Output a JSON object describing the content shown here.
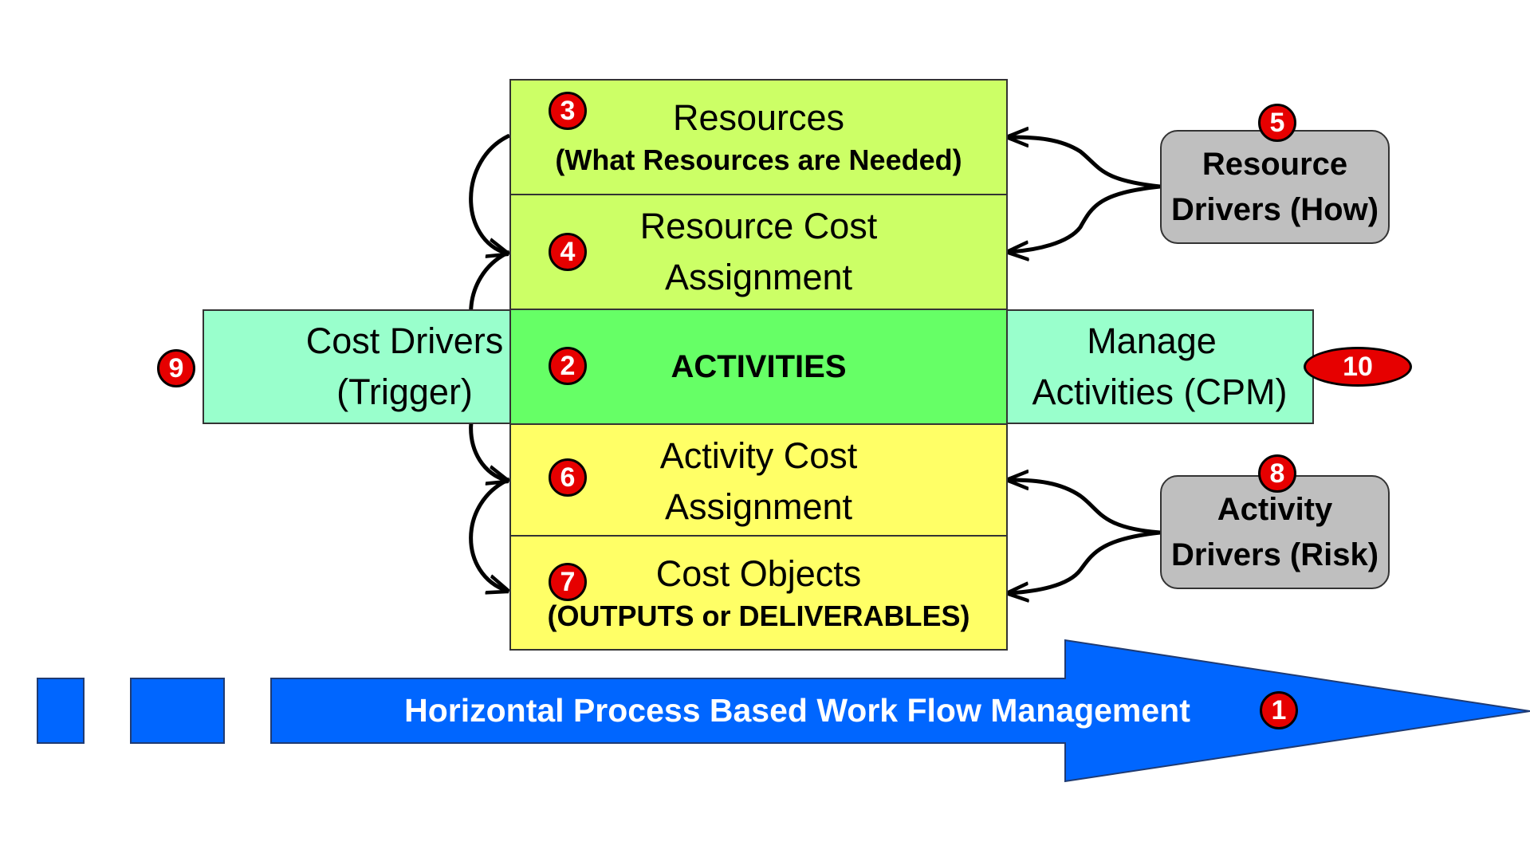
{
  "blocks": {
    "resources": {
      "title": "Resources",
      "subtitle": "(What Resources are Needed)",
      "badge": "3",
      "color": "#ccff66"
    },
    "resource_cost": {
      "line1": "Resource Cost",
      "line2": "Assignment",
      "badge": "4",
      "color": "#ccff66"
    },
    "activities": {
      "title": "ACTIVITIES",
      "badge": "2",
      "color": "#66ff66"
    },
    "activity_cost": {
      "line1": "Activity Cost",
      "line2": "Assignment",
      "badge": "6",
      "color": "#ffff66"
    },
    "cost_objects": {
      "title": "Cost Objects",
      "subtitle": "(OUTPUTS or DELIVERABLES)",
      "badge": "7",
      "color": "#ffff66"
    }
  },
  "side": {
    "cost_drivers": {
      "line1": "Cost Drivers",
      "line2": "(Trigger)",
      "badge": "9",
      "color": "#99ffcc"
    },
    "manage_activities": {
      "line1": "Manage",
      "line2": "Activities (CPM)",
      "badge": "10",
      "color": "#99ffcc"
    }
  },
  "drivers": {
    "resource": {
      "line1": "Resource",
      "line2": "Drivers (How)",
      "badge": "5"
    },
    "activity": {
      "line1": "Activity",
      "line2": "Drivers (Risk)",
      "badge": "8"
    }
  },
  "flow": {
    "label": "Horizontal Process Based Work Flow Management",
    "badge": "1",
    "color": "#0066ff"
  }
}
